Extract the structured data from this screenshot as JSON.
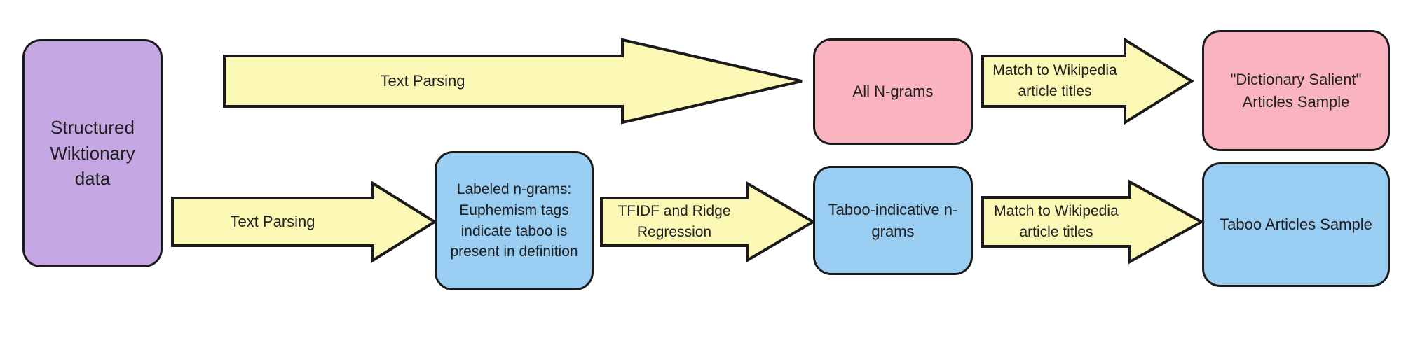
{
  "diagram": {
    "title": "Wiktionary taboo n-gram pipeline flowchart",
    "background": "#ffffff",
    "colors": {
      "purple": "#c5a8e3",
      "pink": "#f9b3c1",
      "blue": "#9acdf2",
      "yellow": "#fbf7b5",
      "stroke": "#1a1a1a",
      "text": "#1f1f1f"
    },
    "nodes": [
      {
        "id": "structured-wiktionary-data",
        "label": "Structured\nWiktionary data",
        "color": "purple"
      },
      {
        "id": "all-n-grams",
        "label": "All N-grams",
        "color": "pink"
      },
      {
        "id": "dictionary-salient-articles-sample",
        "label": "\"Dictionary Salient\"\nArticles Sample",
        "color": "pink"
      },
      {
        "id": "labeled-n-grams",
        "label": "Labeled n-grams:\nEuphemism tags\nindicate taboo is\npresent in definition",
        "color": "blue"
      },
      {
        "id": "taboo-indicative-n-grams",
        "label": "Taboo-indicative n-\ngrams",
        "color": "blue"
      },
      {
        "id": "taboo-articles-sample",
        "label": "Taboo Articles Sample",
        "color": "blue"
      }
    ],
    "arrows": [
      {
        "id": "arrow-text-parsing-top",
        "label": "Text Parsing",
        "from": "structured-wiktionary-data",
        "to": "all-n-grams"
      },
      {
        "id": "arrow-match-wikipedia-top",
        "label": "Match to Wikipedia\narticle titles",
        "from": "all-n-grams",
        "to": "dictionary-salient-articles-sample"
      },
      {
        "id": "arrow-text-parsing-bottom",
        "label": "Text Parsing",
        "from": "structured-wiktionary-data",
        "to": "labeled-n-grams"
      },
      {
        "id": "arrow-tfidf-ridge",
        "label": "TFIDF and Ridge\nRegression",
        "from": "labeled-n-grams",
        "to": "taboo-indicative-n-grams"
      },
      {
        "id": "arrow-match-wikipedia-bottom",
        "label": "Match to Wikipedia\narticle titles",
        "from": "taboo-indicative-n-grams",
        "to": "taboo-articles-sample"
      }
    ]
  }
}
